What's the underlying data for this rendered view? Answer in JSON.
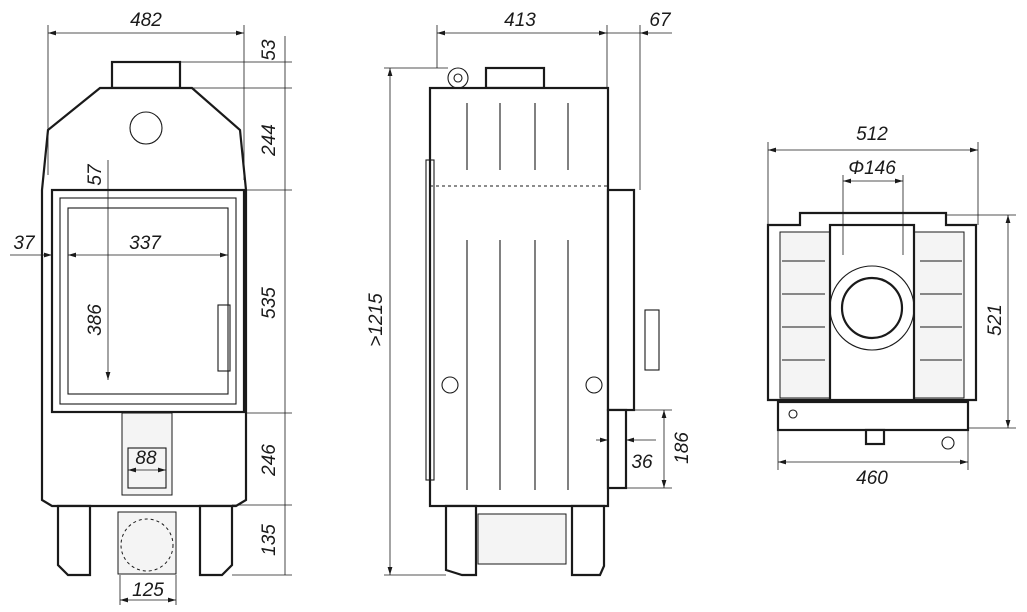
{
  "front_view": {
    "width": "482",
    "collar_height": "53",
    "roof_height": "244",
    "glass_top_offset": "57",
    "frame_side": "37",
    "glass_width": "337",
    "glass_height": "386",
    "door_height": "535",
    "base_height": "246",
    "air_inlet_width": "88",
    "leg_height": "135",
    "duct_diameter": "125"
  },
  "side_view": {
    "depth": "413",
    "handle_offset": "67",
    "total_height": ">1215",
    "air_box_height": "186",
    "air_box_depth": "36"
  },
  "top_view": {
    "width": "512",
    "flue_diameter": "Φ146",
    "depth": "521",
    "base_width": "460"
  }
}
